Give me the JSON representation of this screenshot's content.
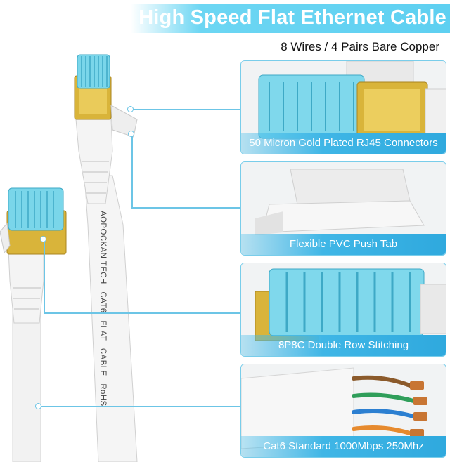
{
  "header": {
    "title": "High Speed Flat Ethernet Cable",
    "subtitle": "8 Wires / 4 Pairs Bare Copper"
  },
  "cable": {
    "printed_text": "AOPOCKAN TECH   CAT6   FLAT   CABLE   RoHS"
  },
  "features": [
    {
      "caption": "50 Micron Gold Plated RJ45 Connectors"
    },
    {
      "caption": "Flexible PVC Push Tab"
    },
    {
      "caption": "8P8C Double Row Stitching"
    },
    {
      "caption": "Cat6 Standard 1000Mbps 250Mhz"
    }
  ],
  "colors": {
    "accent": "#5ed0f1",
    "caption_bar": "#2fa9de",
    "gold": "#d9b43a",
    "connector_blue": "#7ad6ea"
  }
}
